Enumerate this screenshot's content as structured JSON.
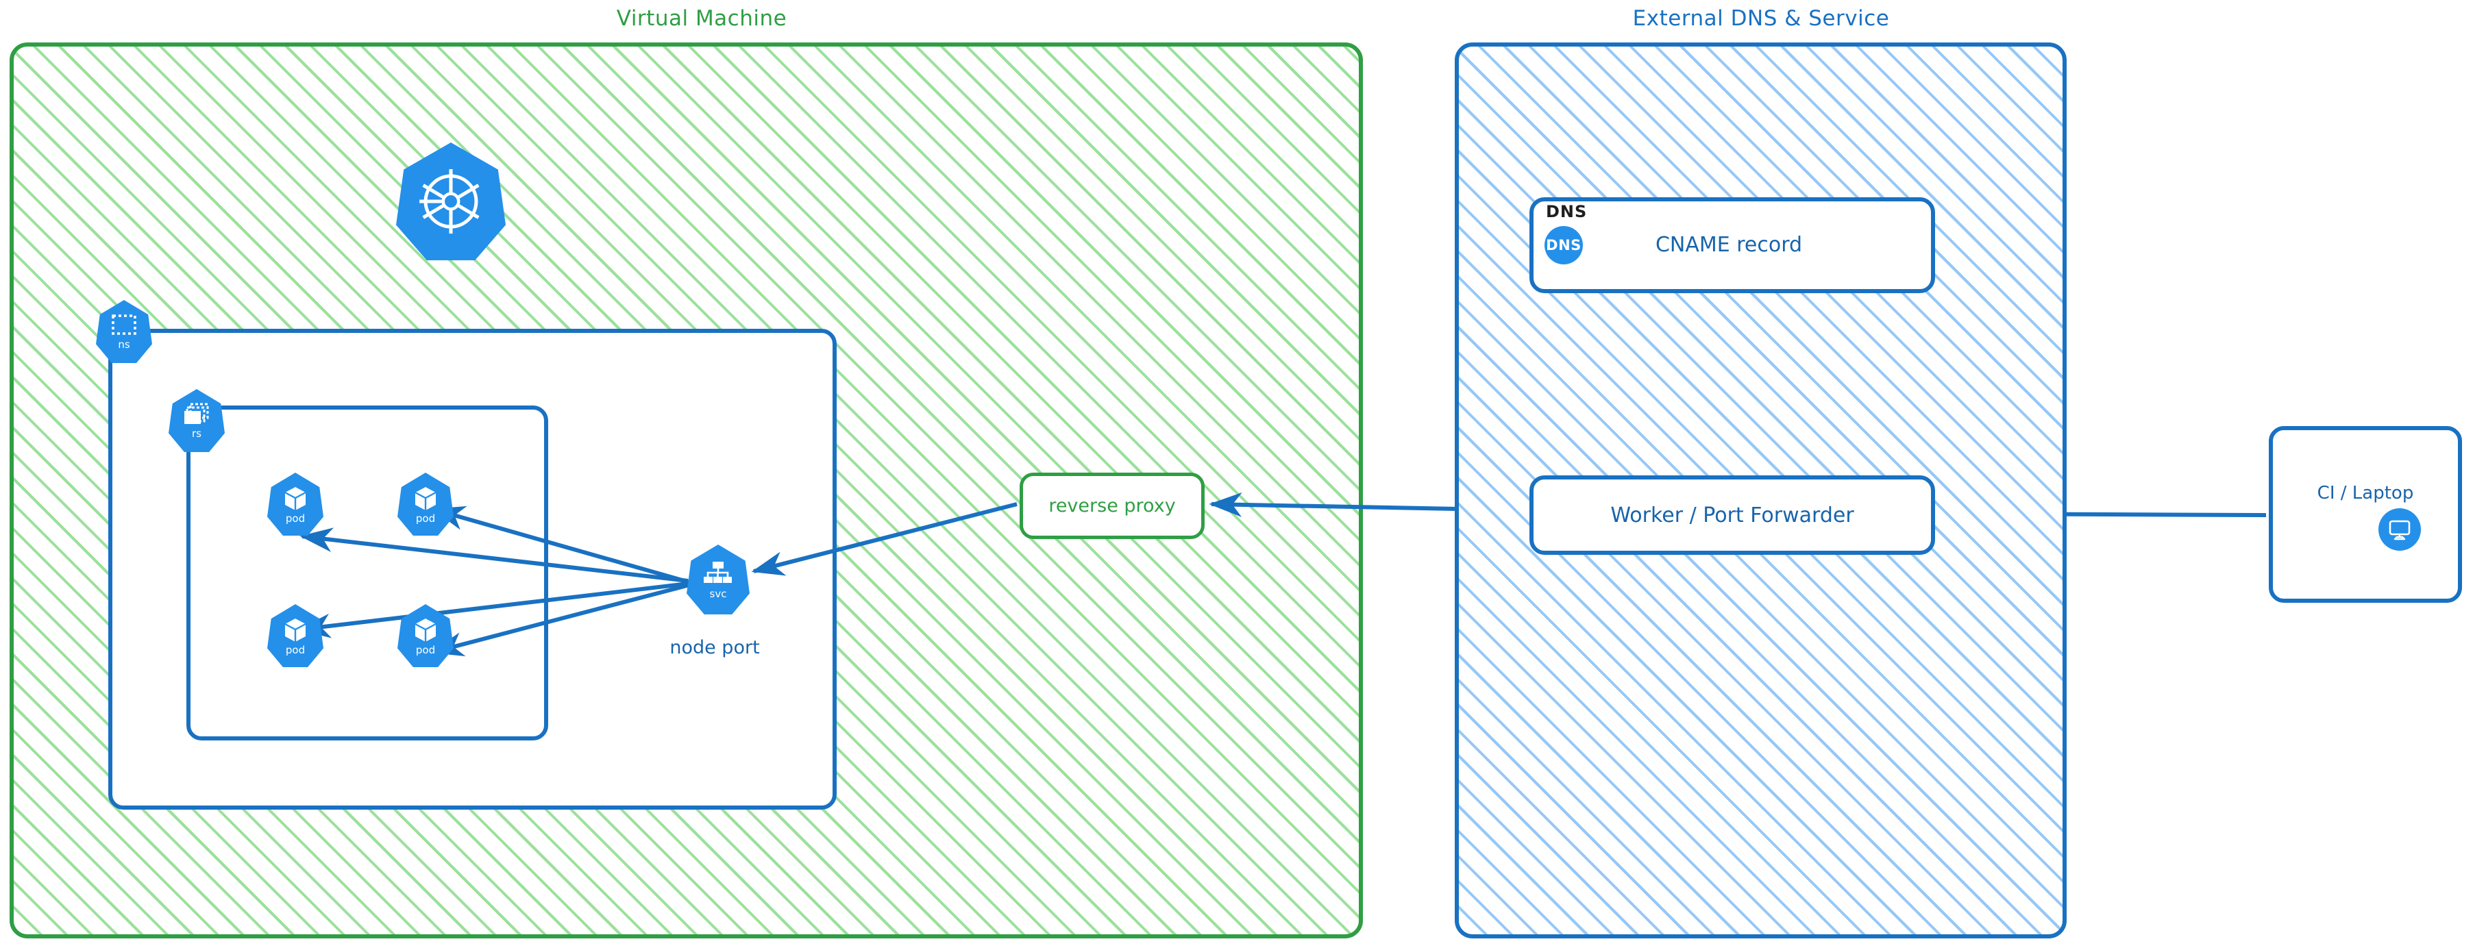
{
  "groups": {
    "vm": {
      "title": "Virtual Machine",
      "color": "#2f9e44"
    },
    "external": {
      "title": "External DNS & Service",
      "color": "#1971c2"
    }
  },
  "vm": {
    "k8s_logo_caption": "",
    "namespace_badge": {
      "caption": "ns",
      "icon": "namespace-icon"
    },
    "replicaset_badge": {
      "caption": "rs",
      "icon": "replicaset-icon"
    },
    "pods": [
      {
        "caption": "pod",
        "icon": "pod-cube-icon"
      },
      {
        "caption": "pod",
        "icon": "pod-cube-icon"
      },
      {
        "caption": "pod",
        "icon": "pod-cube-icon"
      },
      {
        "caption": "pod",
        "icon": "pod-cube-icon"
      }
    ],
    "service": {
      "caption": "svc",
      "icon": "service-icon",
      "label": "node port"
    },
    "reverse_proxy": {
      "label": "reverse proxy"
    }
  },
  "external": {
    "dns_card": {
      "tag": "DNS",
      "badge": "DNS",
      "label": "CNAME record"
    },
    "worker_card": {
      "label": "Worker / Port Forwarder"
    }
  },
  "client": {
    "label": "CI / Laptop",
    "icon": "monitor-icon"
  },
  "colors": {
    "green_stroke": "#2f9e44",
    "green_hatch": "#96df96",
    "blue_stroke": "#1971c2",
    "blue_hatch": "#90c5f5",
    "k8s_blue": "#2490ea",
    "arrow_blue": "#1971c2",
    "text_black": "#1e1e1e"
  }
}
